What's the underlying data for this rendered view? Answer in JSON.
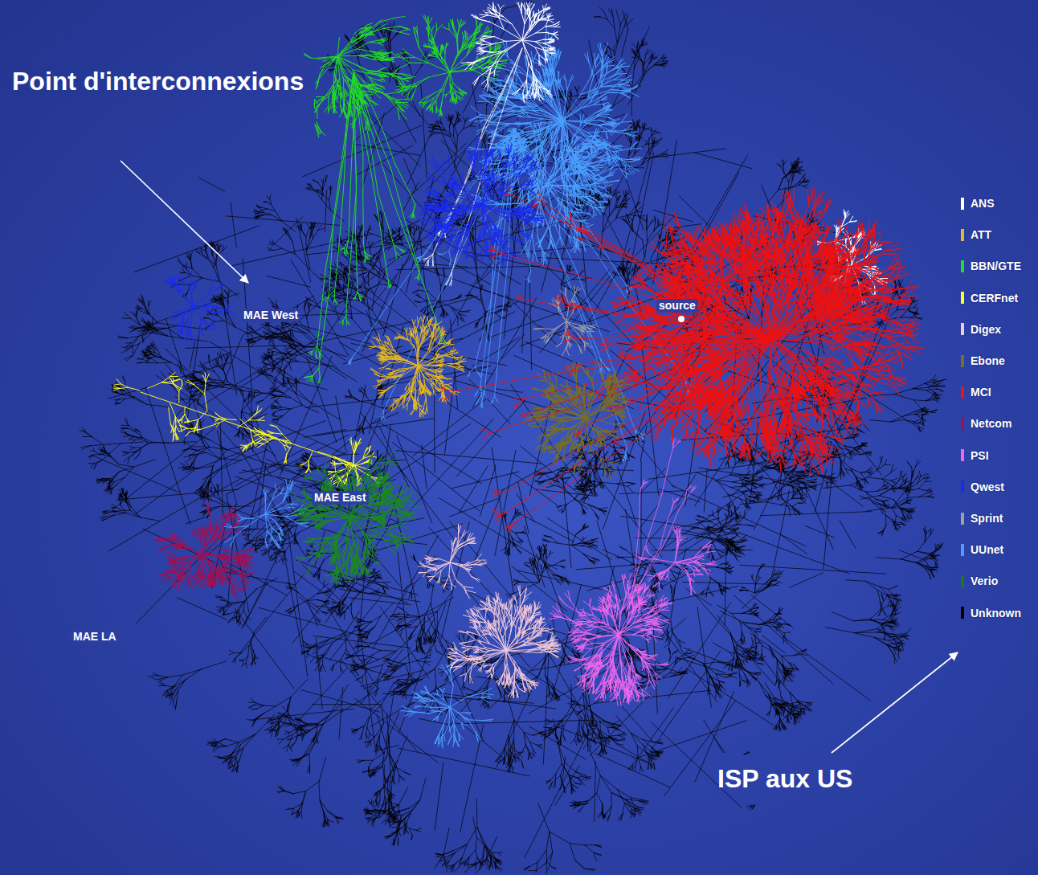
{
  "diagram": {
    "labels": [
      "Point d'interconnexions",
      "MAE West",
      "source",
      "MAE East",
      "MAE LA",
      "ISP aux US"
    ],
    "legend": [
      {
        "text": "ANS",
        "color": "#ffffff"
      },
      {
        "text": "ATT",
        "color": "#e8b820"
      },
      {
        "text": "BBN/GTE",
        "color": "#22dd22"
      },
      {
        "text": "CERFnet",
        "color": "#ffff22"
      },
      {
        "text": "Digex",
        "color": "#f4c8d8"
      },
      {
        "text": "Ebone",
        "color": "#7a7020"
      },
      {
        "text": "MCI",
        "color": "#ee1111"
      },
      {
        "text": "Netcom",
        "color": "#a01050"
      },
      {
        "text": "PSI",
        "color": "#ee66ee"
      },
      {
        "text": "Qwest",
        "color": "#1a2af0"
      },
      {
        "text": "Sprint",
        "color": "#a0a0a0"
      },
      {
        "text": "UUnet",
        "color": "#4aa0ff"
      },
      {
        "text": "Verio",
        "color": "#1a7a1a"
      },
      {
        "text": "Unknown",
        "color": "#000000"
      }
    ]
  }
}
